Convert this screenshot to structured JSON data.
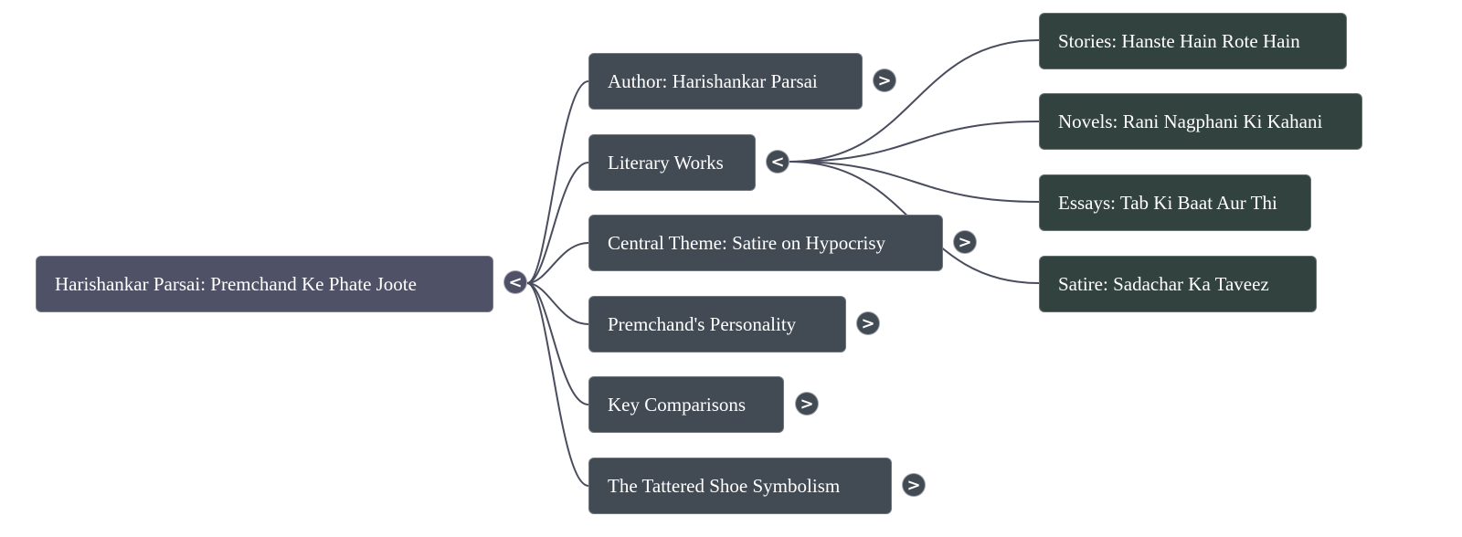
{
  "mindmap": {
    "root": {
      "label": "Harishankar Parsai: Premchand Ke Phate Joote",
      "toggle": "<"
    },
    "branches": [
      {
        "label": "Author: Harishankar Parsai",
        "toggle": ">"
      },
      {
        "label": "Literary Works",
        "toggle": "<",
        "children": [
          {
            "label": "Stories: Hanste Hain Rote Hain"
          },
          {
            "label": "Novels: Rani Nagphani Ki Kahani"
          },
          {
            "label": "Essays: Tab Ki Baat Aur Thi"
          },
          {
            "label": "Satire: Sadachar Ka Taveez"
          }
        ]
      },
      {
        "label": "Central Theme: Satire on Hypocrisy",
        "toggle": ">"
      },
      {
        "label": "Premchand's Personality",
        "toggle": ">"
      },
      {
        "label": "Key Comparisons",
        "toggle": ">"
      },
      {
        "label": "The Tattered Shoe Symbolism",
        "toggle": ">"
      }
    ]
  },
  "colors": {
    "root": "#4f5166",
    "branch": "#424a54",
    "leaf": "#32423f",
    "link": "#4a4d5e"
  }
}
